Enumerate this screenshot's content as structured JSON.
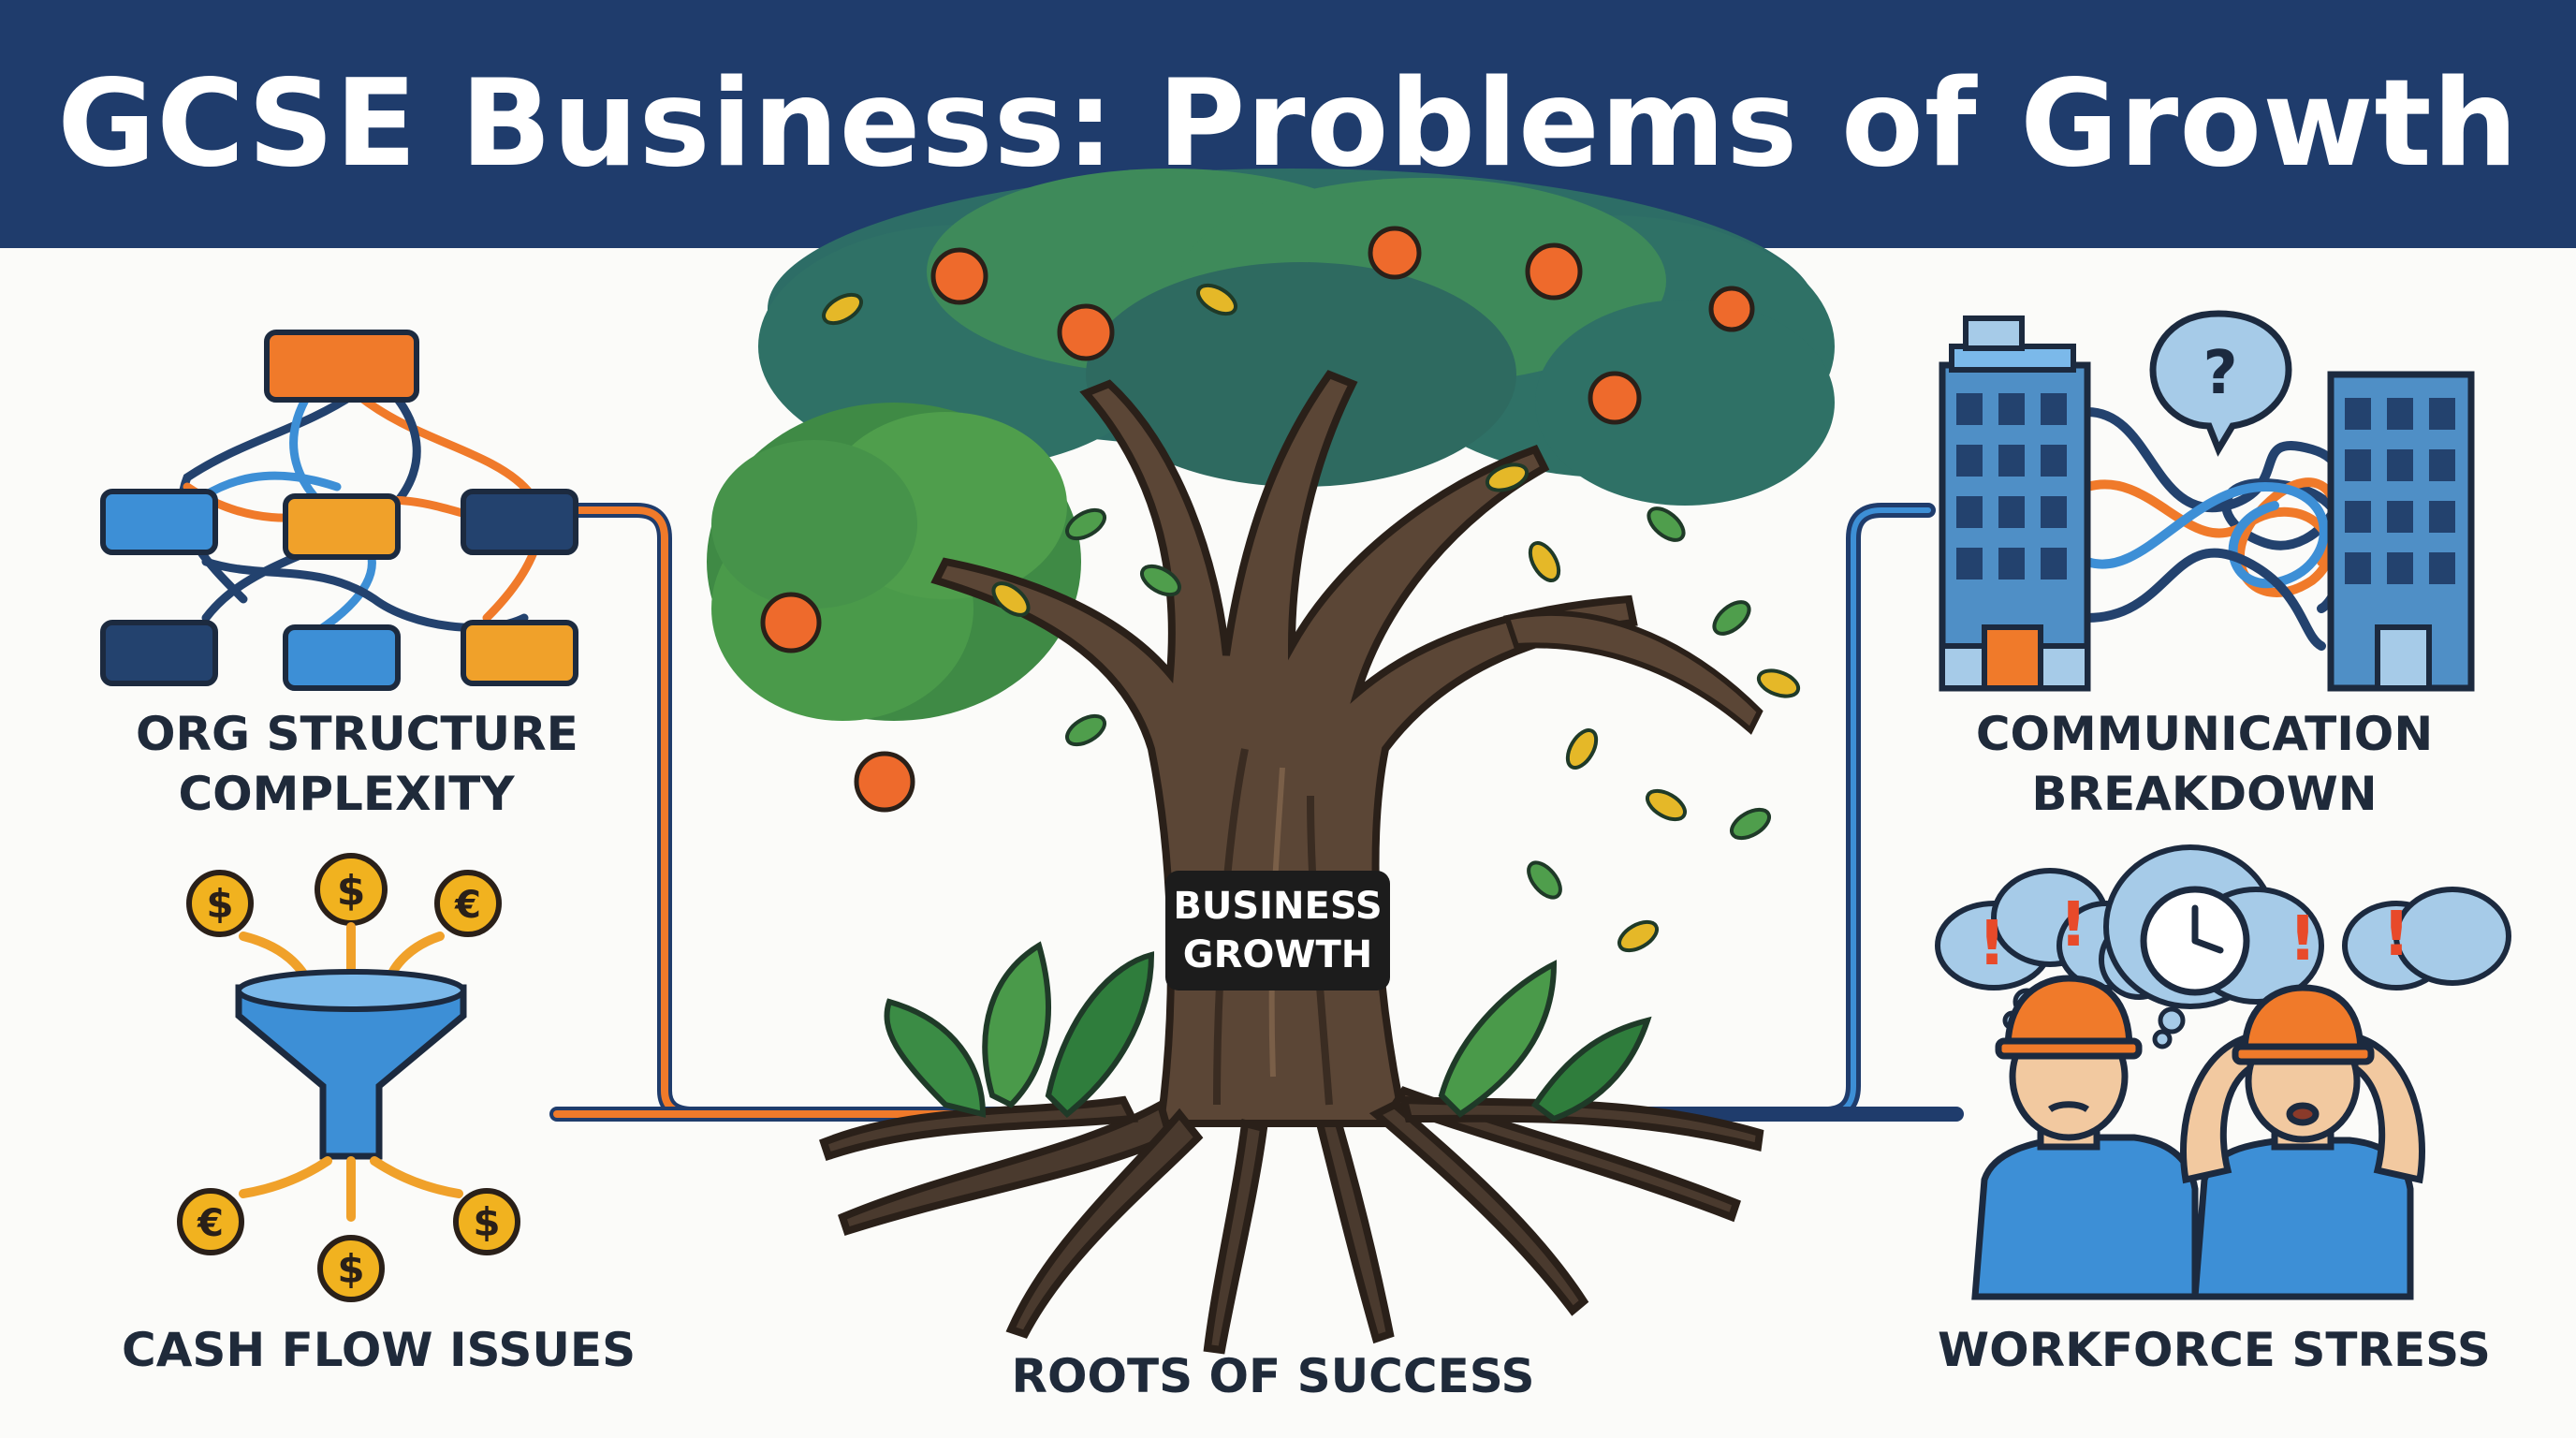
{
  "header": {
    "title": "GCSE Business: Problems of Growth"
  },
  "colors": {
    "navy": "#1f3c6c",
    "orange": "#f07a2a",
    "blue": "#3d8fd6",
    "dark_navy": "#23426e",
    "gold": "#f1b21f",
    "leaf_green": "#3f8f4a",
    "trunk": "#5b4636"
  },
  "center": {
    "sign_line1": "BUSINESS",
    "sign_line2": "GROWTH",
    "roots_label": "ROOTS OF SUCCESS"
  },
  "left": {
    "org": {
      "line1": "ORG STRUCTURE",
      "line2": "COMPLEXITY",
      "icon": "org-chart-icon"
    },
    "cash": {
      "label": "CASH FLOW ISSUES",
      "icon": "funnel-coins-icon"
    }
  },
  "right": {
    "comm": {
      "line1": "COMMUNICATION",
      "line2": "BREAKDOWN",
      "icon": "buildings-tangled-icon",
      "bubble": "?"
    },
    "work": {
      "label": "WORKFORCE STRESS",
      "icon": "stressed-workers-icon",
      "marks": [
        "!",
        "!",
        "!",
        "!"
      ]
    }
  }
}
